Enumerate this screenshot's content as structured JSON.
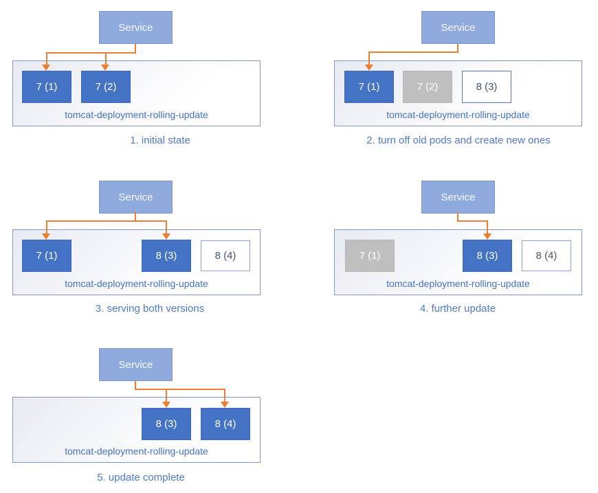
{
  "service_label": "Service",
  "deployment_label": "tomcat-deployment-rolling-update",
  "colors": {
    "arrow": "#ED7D31",
    "service_fill": "#8FAADC",
    "service_border": "#7D96C6",
    "pod_active_fill": "#4472C4",
    "pod_active_border": "#4068B8",
    "pod_off_fill": "#BFBFBF",
    "pod_off_border": "#B5B5B5",
    "pod_new_border_strong": "#5577BE",
    "pod_new_border_soft": "#8CA1D3",
    "pod_new_text": "#44546A",
    "pod_text": "#FFFFFF",
    "container_border": "#8495C7",
    "container_bg_start": "#E8EAF2",
    "container_bg_end": "#FFFFFF",
    "deployment_text": "#4472C4",
    "caption_text": "#4E7AC7"
  },
  "panels": [
    {
      "caption": "1. initial state",
      "pods": [
        {
          "label": "7 (1)",
          "state": "active"
        },
        {
          "label": "7 (2)",
          "state": "active"
        }
      ]
    },
    {
      "caption": "2. turn off old pods and create new ones",
      "pods": [
        {
          "label": "7 (1)",
          "state": "active"
        },
        {
          "label": "7 (2)",
          "state": "terminated"
        },
        {
          "label": "8 (3)",
          "state": "pending"
        }
      ]
    },
    {
      "caption": "3. serving both versions",
      "pods": [
        {
          "label": "7 (1)",
          "state": "active"
        },
        {
          "label": "8 (3)",
          "state": "active"
        },
        {
          "label": "8 (4)",
          "state": "pending"
        }
      ]
    },
    {
      "caption": "4. further update",
      "pods": [
        {
          "label": "7 (1)",
          "state": "terminated"
        },
        {
          "label": "8 (3)",
          "state": "active"
        },
        {
          "label": "8 (4)",
          "state": "pending"
        }
      ]
    },
    {
      "caption": "5. update complete",
      "pods": [
        {
          "label": "8 (3)",
          "state": "active"
        },
        {
          "label": "8 (4)",
          "state": "active"
        }
      ]
    }
  ]
}
